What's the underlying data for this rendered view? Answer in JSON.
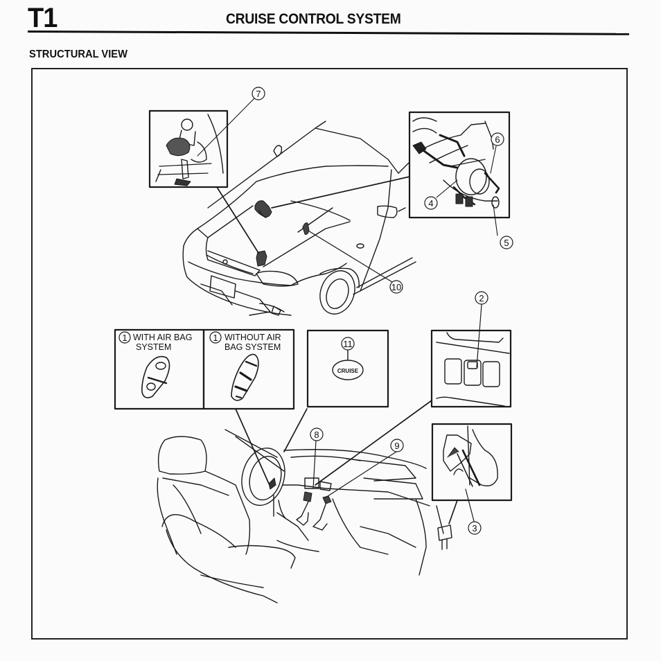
{
  "header": {
    "section_code": "T1",
    "title": "CRUISE CONTROL SYSTEM"
  },
  "section_heading": "STRUCTURAL VIEW",
  "callouts": {
    "c1": "1",
    "c2": "2",
    "c3": "3",
    "c4": "4",
    "c5": "5",
    "c6": "6",
    "c7": "7",
    "c8": "8",
    "c9": "9",
    "c10": "10",
    "c11": "11"
  },
  "insets": {
    "with_air_bag": {
      "line1": "WITH AIR BAG",
      "line2": "SYSTEM"
    },
    "without_air_bag": {
      "line1": "WITHOUT AIR",
      "line2": "BAG SYSTEM"
    },
    "cruise_indicator": {
      "label": "CRUISE"
    }
  }
}
